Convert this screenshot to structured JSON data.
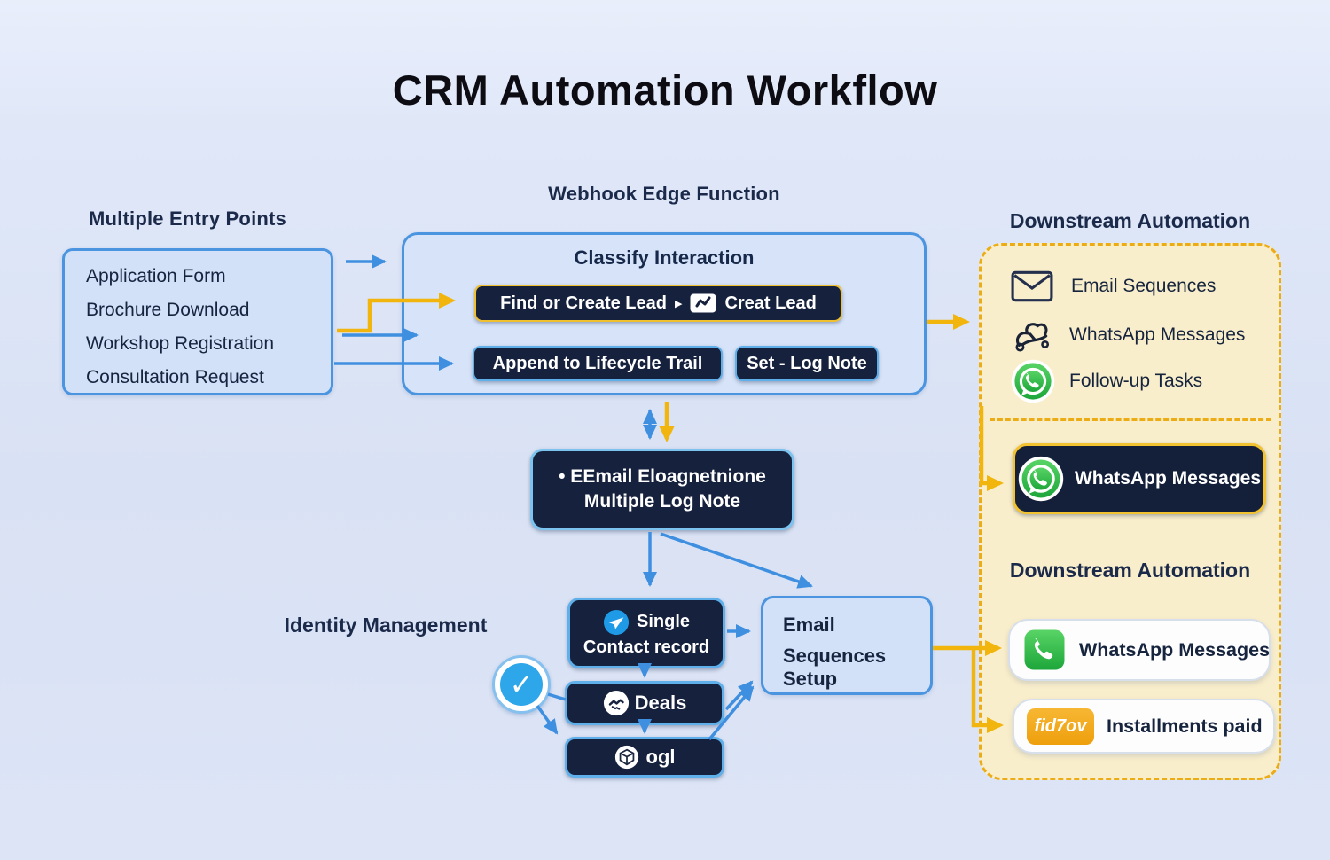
{
  "title": "CRM Automation Workflow",
  "colors": {
    "accent-blue": "#3f8fe0",
    "accent-yellow": "#f1b50d",
    "navy": "#16213d",
    "panel-blue": "#d2e1f8",
    "panel-border": "#4a94e0",
    "cream": "#f9eecb",
    "cream-border": "#ecac15",
    "whatsapp-green": "#2ecc58",
    "badge-orange": "#f2a418",
    "heading": "#1b2a4a"
  },
  "entry": {
    "label": "Multiple Entry Points",
    "items": [
      "Application Form",
      "Brochure Download",
      "Workshop Registration",
      "Consultation Request"
    ]
  },
  "webhook": {
    "label": "Webhook Edge Function",
    "box_title": "Classify Interaction",
    "find_pill": {
      "text": "Find or Create Lead",
      "arrow_glyph": "▶",
      "icon": "flag-check-icon",
      "suffix": "Creat Lead"
    },
    "append_pill": "Append to Lifecycle Trail",
    "set_pill": "Set - Log Note"
  },
  "log_box": {
    "line1": "• EEmail Eloagnetnione",
    "line2": "Multiple Log Note"
  },
  "identity": {
    "label": "Identity Management",
    "contact_box": {
      "icon": "paper-plane-icon",
      "line1": "Single",
      "line2": "Contact record"
    },
    "deals_label": "Deals",
    "ogl_label": "ogl",
    "check_mark": "✓"
  },
  "email_setup": {
    "line1": "Email",
    "line2": "Sequences Setup"
  },
  "downstream_top": {
    "label": "Downstream Automation",
    "items": [
      {
        "icon": "envelope-icon",
        "label": "Email Sequences"
      },
      {
        "icon": "scribble-icon",
        "label": "WhatsApp Messages"
      },
      {
        "icon": "whatsapp-icon",
        "label": "Follow-up Tasks"
      }
    ],
    "button_label": "WhatsApp Messages"
  },
  "downstream_bottom": {
    "label": "Downstream Automation",
    "whatsapp_pill": "WhatsApp Messages",
    "installments_pill": {
      "badge": "fid7ov",
      "label": "Installments paid"
    }
  }
}
